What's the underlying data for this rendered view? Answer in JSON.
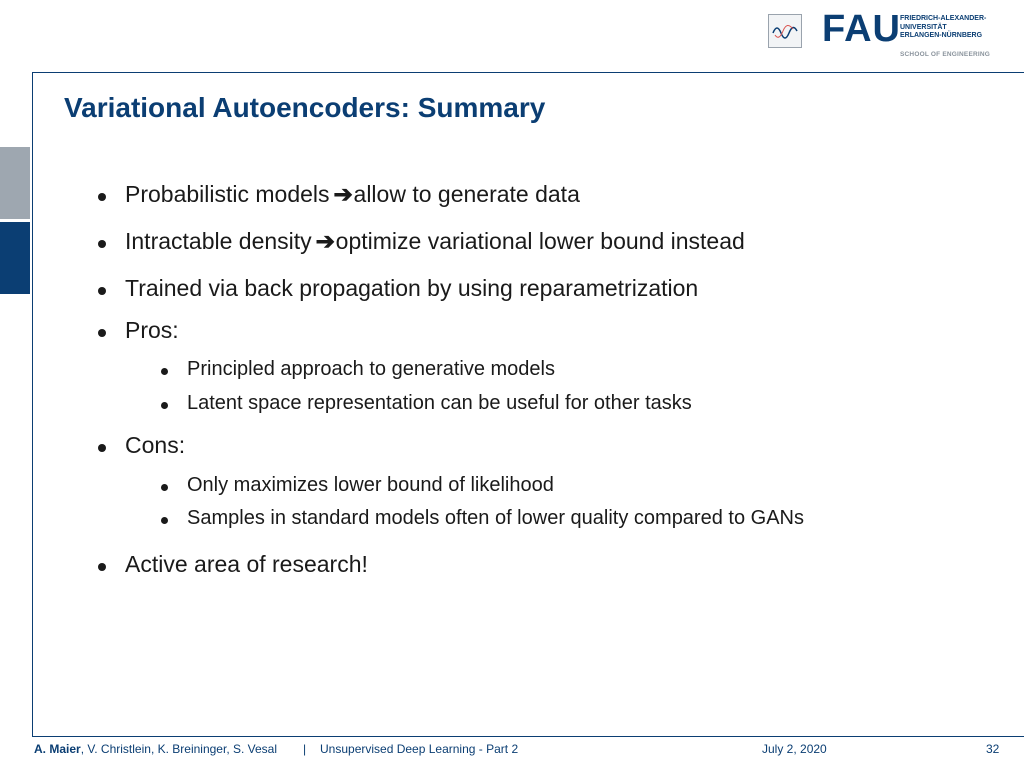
{
  "header": {
    "logo_text": "FAU",
    "university_lines": [
      "FRIEDRICH-ALEXANDER-",
      "UNIVERSITÄT",
      "ERLANGEN-NÜRNBERG"
    ],
    "school": "SCHOOL OF ENGINEERING"
  },
  "slide": {
    "title": "Variational Autoencoders: Summary",
    "bullets": [
      {
        "pre": "Probabilistic models",
        "arrow": "➔",
        "post": "allow to generate data"
      },
      {
        "pre": "Intractable density",
        "arrow": "➔",
        "post": "optimize variational lower bound instead"
      },
      {
        "text": "Trained via back propagation by using reparametrization"
      },
      {
        "text": "Pros:",
        "sub": [
          "Principled approach to generative models",
          "Latent space representation can be useful for other tasks"
        ]
      },
      {
        "text": "Cons:",
        "sub": [
          "Only maximizes lower bound of likelihood",
          "Samples in standard models often of lower quality compared to GANs"
        ]
      },
      {
        "text": "Active area of research!"
      }
    ]
  },
  "footer": {
    "lead_author": "A. Maier",
    "other_authors": ", V. Christlein, K. Breininger, S. Vesal",
    "separator": "|",
    "course": "Unsupervised Deep Learning - Part 2",
    "date": "July 2, 2020",
    "page": "32"
  },
  "colors": {
    "accent": "#0b3e73",
    "side_grey": "#9ea7b0"
  }
}
